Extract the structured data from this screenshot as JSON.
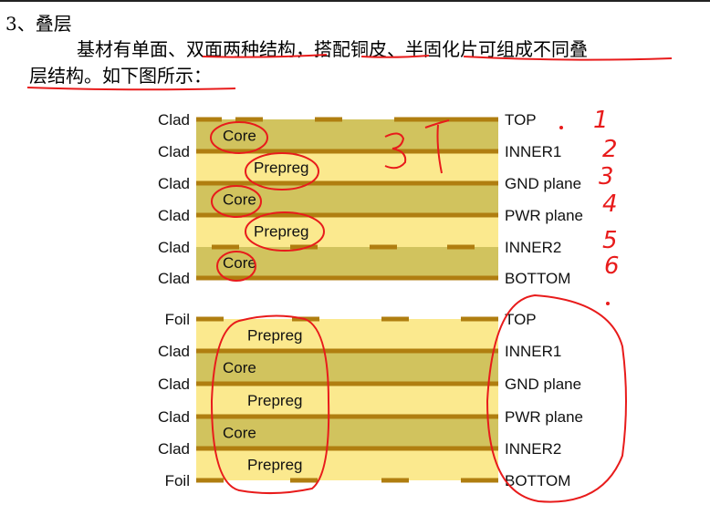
{
  "text": {
    "heading": "3、叠层",
    "para_line1": "基材有单面、双面两种结构，搭配铜皮、半固化片可组成不同叠",
    "para_line2": "层结构。如下图所示："
  },
  "colors": {
    "core": "#d1c35e",
    "prepreg": "#fbe98e",
    "copper": "#b07e10",
    "ink": "#e81b1b"
  },
  "stack1": {
    "left_labels": [
      "Clad",
      "Clad",
      "Clad",
      "Clad",
      "Clad",
      "Clad"
    ],
    "right_labels": [
      "TOP",
      "INNER1",
      "GND plane",
      "PWR plane",
      "INNER2",
      "BOTTOM"
    ],
    "layer_labels": [
      "Core",
      "Prepreg",
      "Core",
      "Prepreg",
      "Core"
    ],
    "layer_types": [
      "core",
      "prepreg",
      "core",
      "prepreg",
      "core"
    ]
  },
  "stack2": {
    "left_labels": [
      "Foil",
      "Clad",
      "Clad",
      "Clad",
      "Clad",
      "Foil"
    ],
    "right_labels": [
      "TOP",
      "INNER1",
      "GND plane",
      "PWR plane",
      "INNER2",
      "BOTTOM"
    ],
    "layer_labels": [
      "Prepreg",
      "Core",
      "Prepreg",
      "Core",
      "Prepreg"
    ],
    "layer_types": [
      "prepreg",
      "core",
      "prepreg",
      "core",
      "prepreg"
    ]
  },
  "annotations": {
    "layer_numbers": [
      "1",
      "2",
      "3",
      "4",
      "5",
      "6"
    ],
    "count_mark": "3/"
  }
}
